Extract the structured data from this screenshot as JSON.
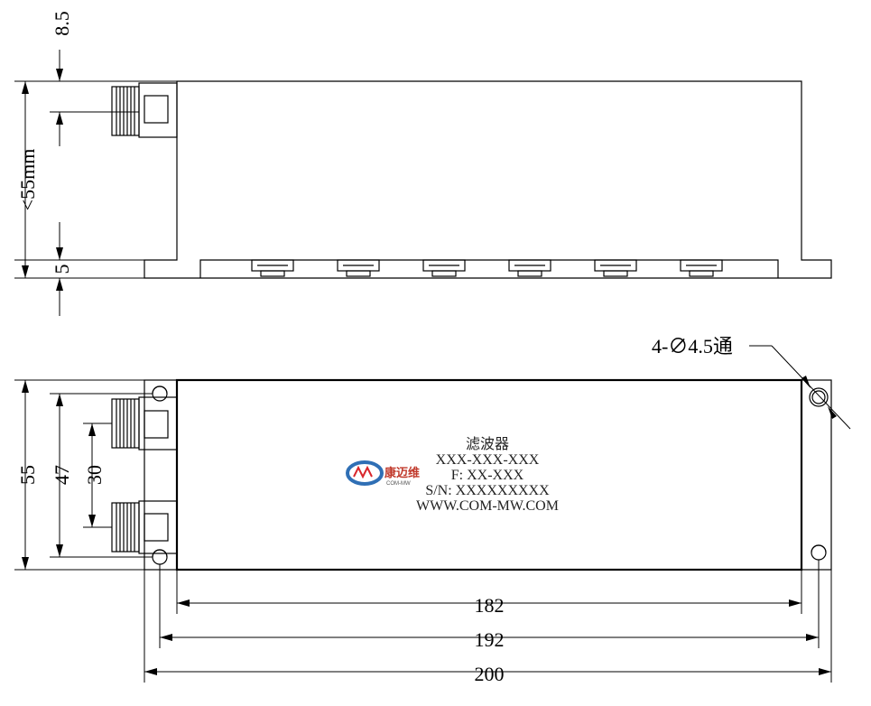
{
  "dimensions": {
    "top_offset": "8.5",
    "height_max": "<55mm",
    "flange_thickness": "5",
    "hole_spec": "4-∅4.5通",
    "width_total": "55",
    "connector_span": "47",
    "connector_pitch": "30",
    "body_length": "182",
    "hole_spacing": "192",
    "overall_length": "200"
  },
  "label": {
    "product_name": "滤波器",
    "model": "XXX-XXX-XXX",
    "frequency": "F: XX-XXX",
    "serial": "S/N: XXXXXXXXX",
    "website": "WWW.COM-MW.COM"
  },
  "logo": {
    "mark": "MW",
    "brand_cn": "康迈维",
    "brand_en": "COM-MW",
    "color_primary": "#2f6fb5",
    "color_accent": "#d9262b"
  }
}
